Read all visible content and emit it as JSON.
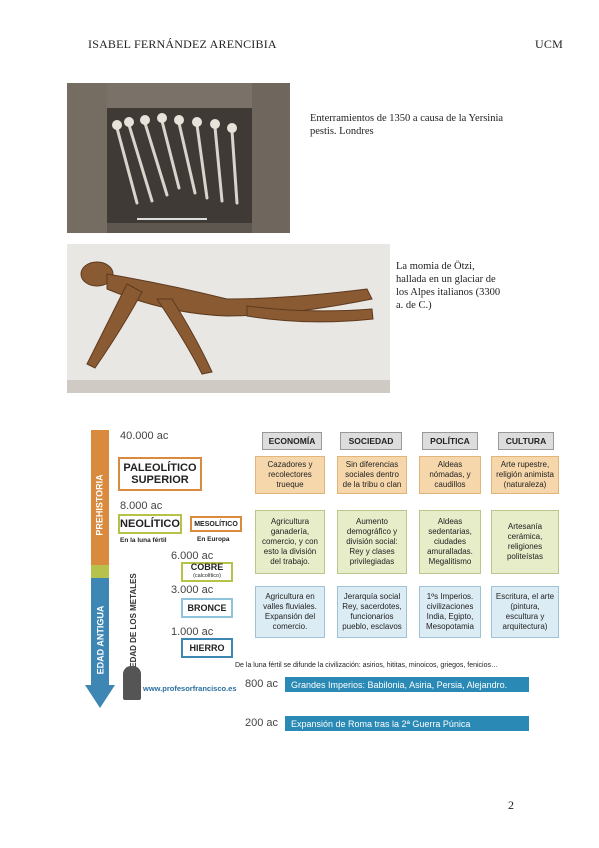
{
  "header": {
    "author": "ISABEL FERNÁNDEZ ARENCIBIA",
    "institution": "UCM"
  },
  "figures": [
    {
      "caption": "Enterramientos de 1350 a causa de la Yersinia pestis. Londres"
    },
    {
      "caption": "La momia de Ötzi, hallada en un glaciar de los Alpes italianos (3300 a. de C.)"
    }
  ],
  "infographic": {
    "dates": {
      "d1": "40.000 ac",
      "d2": "8.000 ac",
      "d3": "6.000 ac",
      "d4": "3.000 ac",
      "d5": "1.000 ac",
      "d6": "800 ac",
      "d7": "200 ac"
    },
    "vertical": {
      "prehistoria": "PREHISTORIA",
      "edad_antigua": "EDAD ANTIGUA",
      "edad_metales": "EDAD DE LOS METALES"
    },
    "periods": {
      "paleolitico": "PALEOLÍTICO SUPERIOR",
      "neolitico": "NEOLÍTICO",
      "neolitico_note": "En la luna fértil",
      "mesolitico": "MESOLÍTICO",
      "mesolitico_note": "En Europa",
      "cobre": "COBRE",
      "cobre_note": "(calcolítico)",
      "bronce": "BRONCE",
      "hierro": "HIERRO"
    },
    "columns": [
      "ECONOMÍA",
      "SOCIEDAD",
      "POLÍTICA",
      "CULTURA"
    ],
    "rows": [
      [
        "Cazadores y recolectores trueque",
        "Sin diferencias sociales dentro de la tribu o clan",
        "Aldeas nómadas, y caudillos",
        "Arte rupestre, religión animista (naturaleza)"
      ],
      [
        "Agricultura ganadería, comercio, y con esto la división del trabajo.",
        "Aumento demográfico y división social: Rey y clases privilegiadas",
        "Aldeas sedentarias, ciudades amuralladas. Megalitismo",
        "Artesanía cerámica, religiones politeístas"
      ],
      [
        "Agricultura en valles fluviales. Expansión del comercio.",
        "Jerarquía social Rey, sacerdotes, funcionarios pueblo, esclavos",
        "1ºs Imperios. civilizaciones India, Egipto, Mesopotamia",
        "Escritura, el arte (pintura, escultura y arquitectura)"
      ]
    ],
    "diffusion": "De la luna fértil se difunde la civilización: asirios, hititas, minoicos, griegos, fenicios…",
    "bar1": "Grandes Imperios: Babilonia, Asiria, Persia, Alejandro.",
    "bar2": "Expansión de Roma tras la 2ª Guerra Púnica",
    "logo": "www.profesorfrancisco.es"
  },
  "page_number": "2"
}
